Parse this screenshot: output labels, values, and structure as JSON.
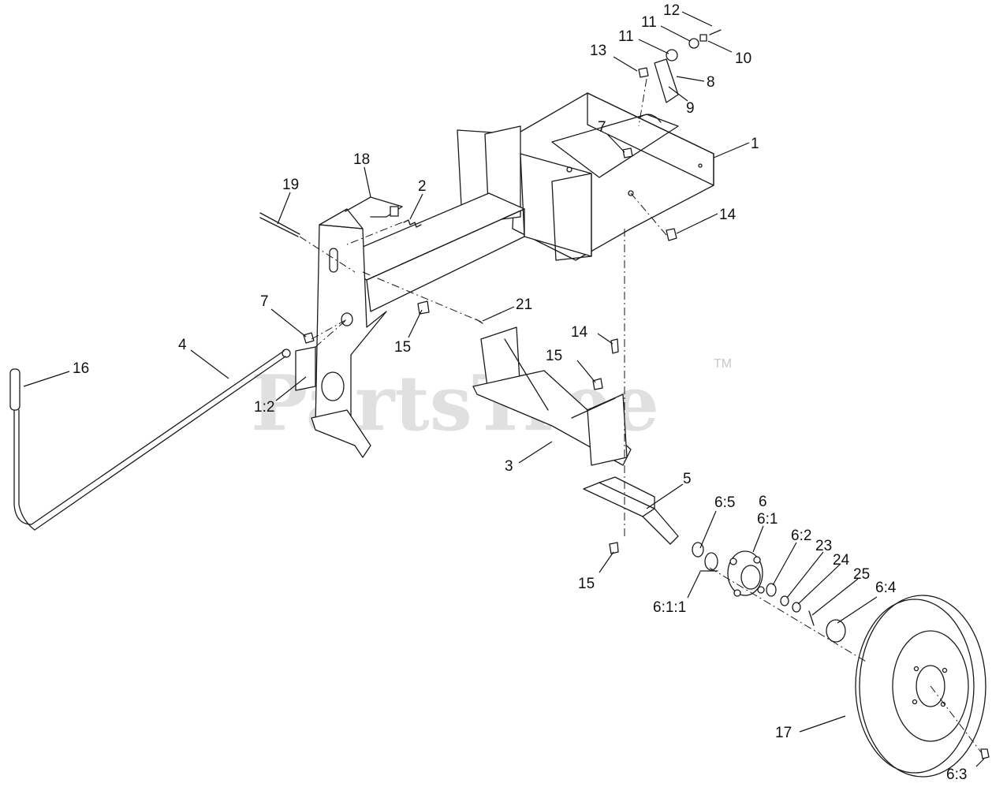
{
  "watermark": {
    "text": "PartsTree",
    "tm": "TM"
  },
  "callouts": [
    "12",
    "11",
    "11",
    "10",
    "13",
    "8",
    "9",
    "7",
    "1",
    "18",
    "2",
    "19",
    "14",
    "7",
    "21",
    "15",
    "4",
    "16",
    "14",
    "15",
    "1:2",
    "3",
    "5",
    "6:5",
    "6",
    "6:1",
    "6:2",
    "23",
    "24",
    "25",
    "6:4",
    "15",
    "6:1:1",
    "17",
    "6:3"
  ]
}
